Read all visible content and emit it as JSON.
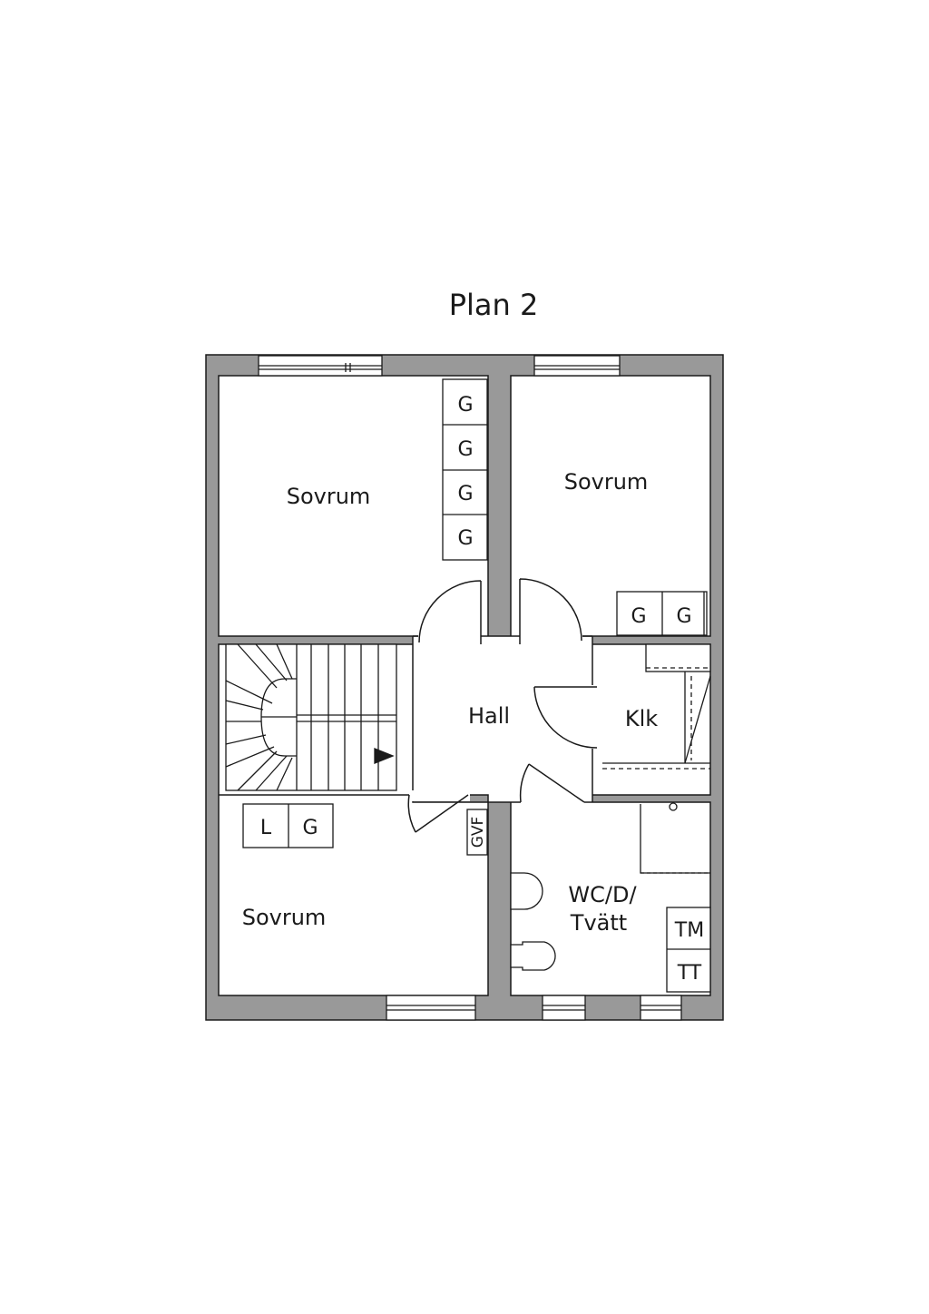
{
  "title": "Plan 2",
  "rooms": {
    "bedroom_top_left": "Sovrum",
    "bedroom_top_right": "Sovrum",
    "bedroom_bottom_left": "Sovrum",
    "hall": "Hall",
    "closet": "Klk",
    "bathroom_line1": "WC/D/",
    "bathroom_line2": "Tvätt"
  },
  "fixtures": {
    "wardrobe": "G",
    "linen": "L",
    "gvf": "GVF",
    "washer": "TM",
    "dryer": "TT"
  },
  "colors": {
    "wall": "#999999",
    "line": "#1a1a1a",
    "background": "#ffffff"
  }
}
